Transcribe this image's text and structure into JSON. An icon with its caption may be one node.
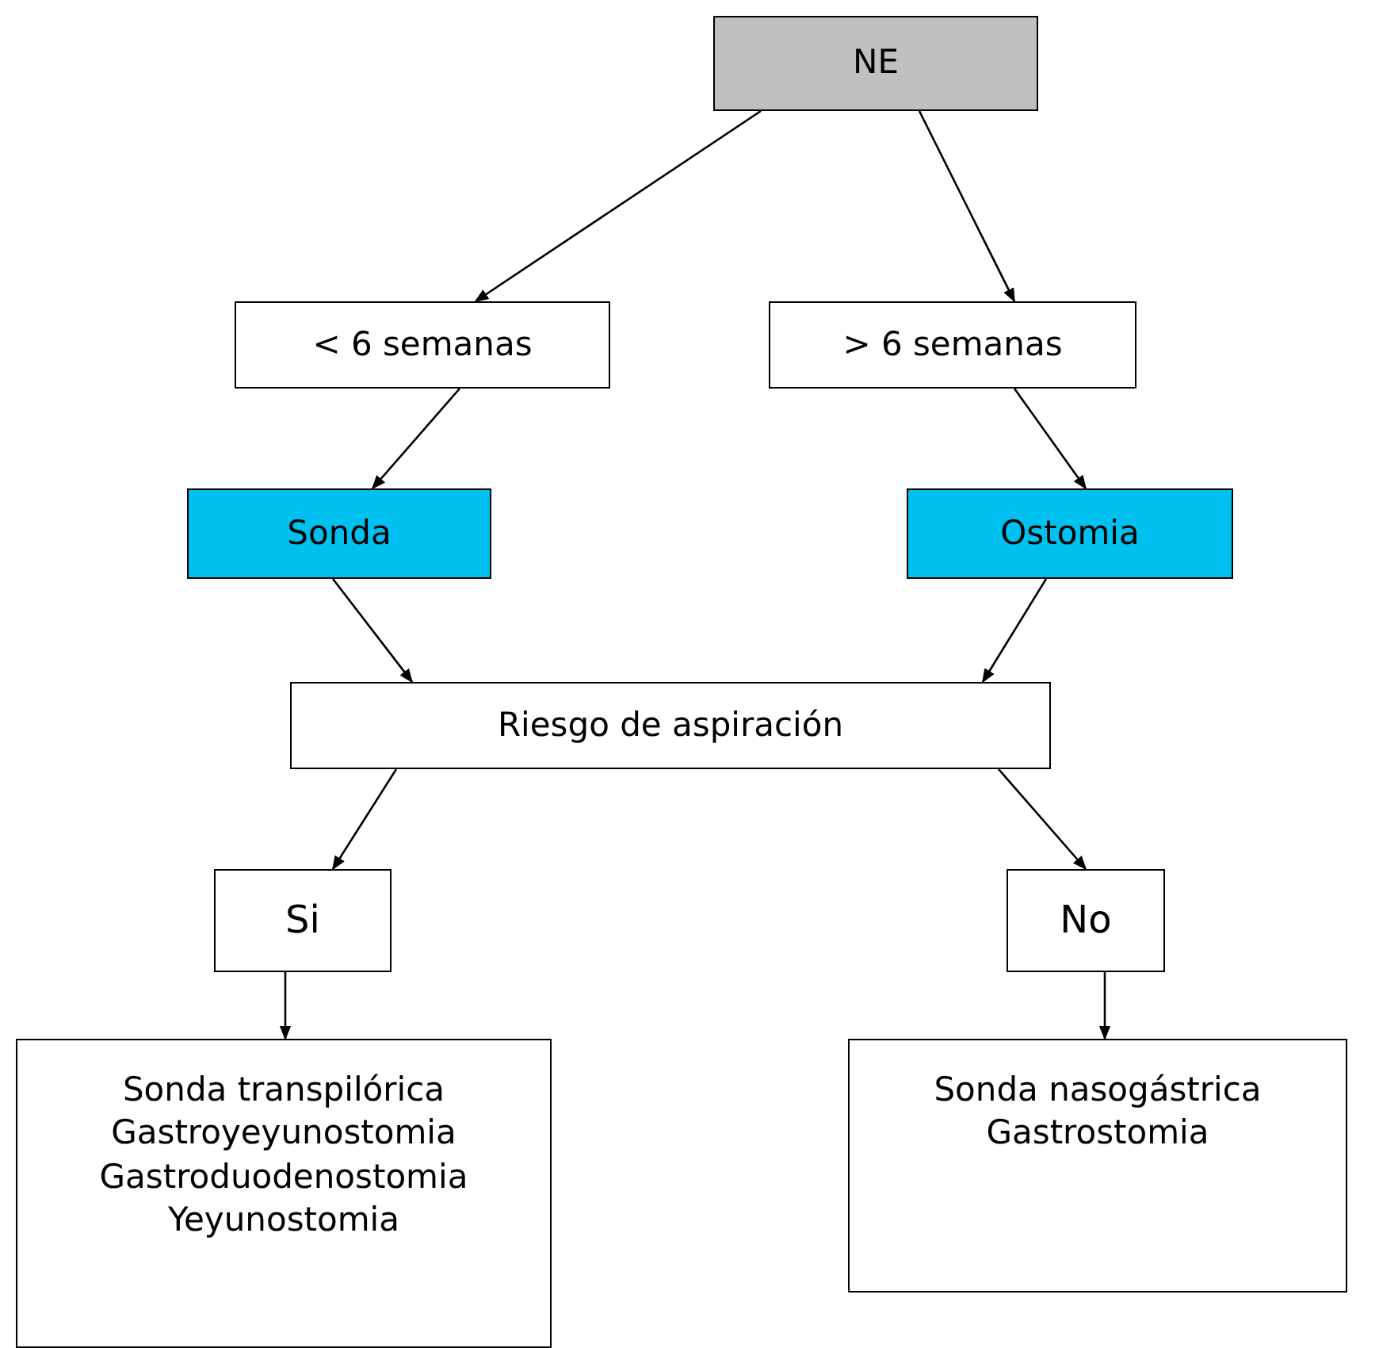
{
  "diagram": {
    "nodes": [
      {
        "text": [
          "NE"
        ]
      },
      {
        "text": [
          "< 6 semanas"
        ]
      },
      {
        "text": [
          "> 6 semanas"
        ]
      },
      {
        "text": [
          "Sonda"
        ]
      },
      {
        "text": [
          "Ostomia"
        ]
      },
      {
        "text": [
          "Riesgo de aspiración"
        ]
      },
      {
        "text": [
          "Si"
        ]
      },
      {
        "text": [
          "No"
        ]
      },
      {
        "text": [
          "Sonda transpilórica",
          "Gastroyeyunostomia",
          "Gastroduodenostomia",
          "Yeyunostomia"
        ]
      },
      {
        "text": [
          "Sonda nasogástrica",
          "Gastrostomia"
        ]
      }
    ],
    "edges": [
      {
        "from": 0,
        "to": 1,
        "arrow": "to"
      },
      {
        "from": 0,
        "to": 2,
        "arrow": "to"
      },
      {
        "from": 1,
        "to": 3,
        "arrow": "to"
      },
      {
        "from": 2,
        "to": 4,
        "arrow": "to"
      },
      {
        "from": 3,
        "to": 5,
        "arrow": "to"
      },
      {
        "from": 4,
        "to": 5,
        "arrow": "to"
      },
      {
        "from": 5,
        "to": 6,
        "arrow": "to"
      },
      {
        "from": 5,
        "to": 7,
        "arrow": "to"
      },
      {
        "from": 6,
        "to": 8,
        "arrow": "to"
      },
      {
        "from": 7,
        "to": 9,
        "arrow": "to"
      }
    ]
  }
}
